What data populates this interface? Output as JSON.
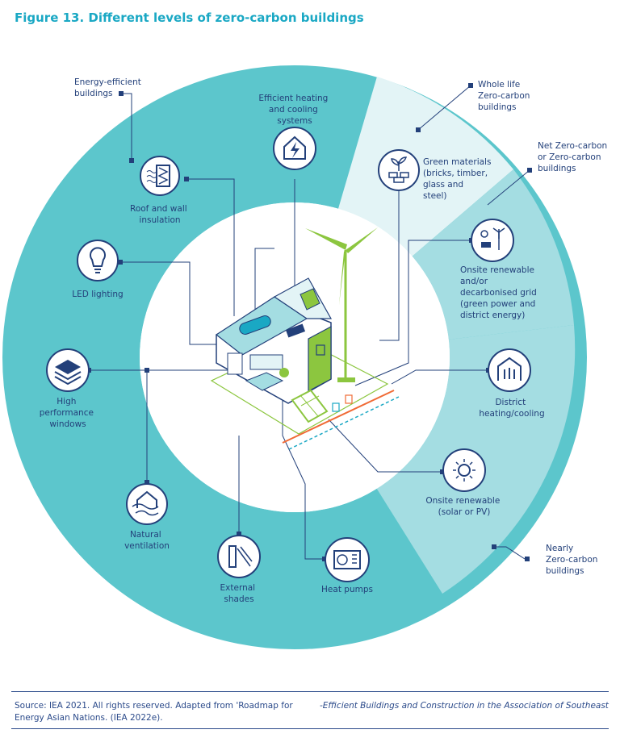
{
  "title": "Figure 13. Different levels of zero-carbon buildings",
  "levels": {
    "energy_efficient": [
      "Energy-efficient",
      "buildings"
    ],
    "whole_life": [
      "Whole life",
      "Zero-carbon",
      "buildings"
    ],
    "net_zero": [
      "Net Zero-carbon",
      "or Zero-carbon",
      "buildings"
    ],
    "nearly_zero": [
      "Nearly",
      "Zero-carbon",
      "buildings"
    ]
  },
  "measures": {
    "heating_cooling": [
      "Efficient heating",
      "and cooling",
      "systems"
    ],
    "roof_wall": [
      "Roof and wall",
      "insulation"
    ],
    "led": [
      "LED lighting"
    ],
    "windows": [
      "High",
      "performance",
      "windows"
    ],
    "ventilation": [
      "Natural",
      "ventilation"
    ],
    "shades": [
      "External",
      "shades"
    ],
    "heat_pumps": [
      "Heat pumps"
    ],
    "green_materials": [
      "Green materials",
      "(bricks, timber,",
      "glass and",
      "steel)"
    ],
    "onsite_grid": [
      "Onsite renewable",
      "and/or",
      "decarbonised grid",
      "(green power and",
      "district energy)"
    ],
    "district": [
      "District",
      "heating/cooling"
    ],
    "onsite_solar": [
      "Onsite renewable",
      "(solar or PV)"
    ]
  },
  "footer": {
    "source": "Source: IEA 2021. All rights reserved. Adapted from 'Roadmap for Energy Asian Nations. (IEA 2022e).",
    "italic": "-Efficient Buildings and Construction in the Association of Southeast"
  },
  "colors": {
    "ring_dark": "#5cc6cc",
    "ring_mid": "#a4dde2",
    "ring_light": "#e3f4f6",
    "navy": "#23407a",
    "green": "#8cc63f",
    "title": "#1aa8c4"
  }
}
